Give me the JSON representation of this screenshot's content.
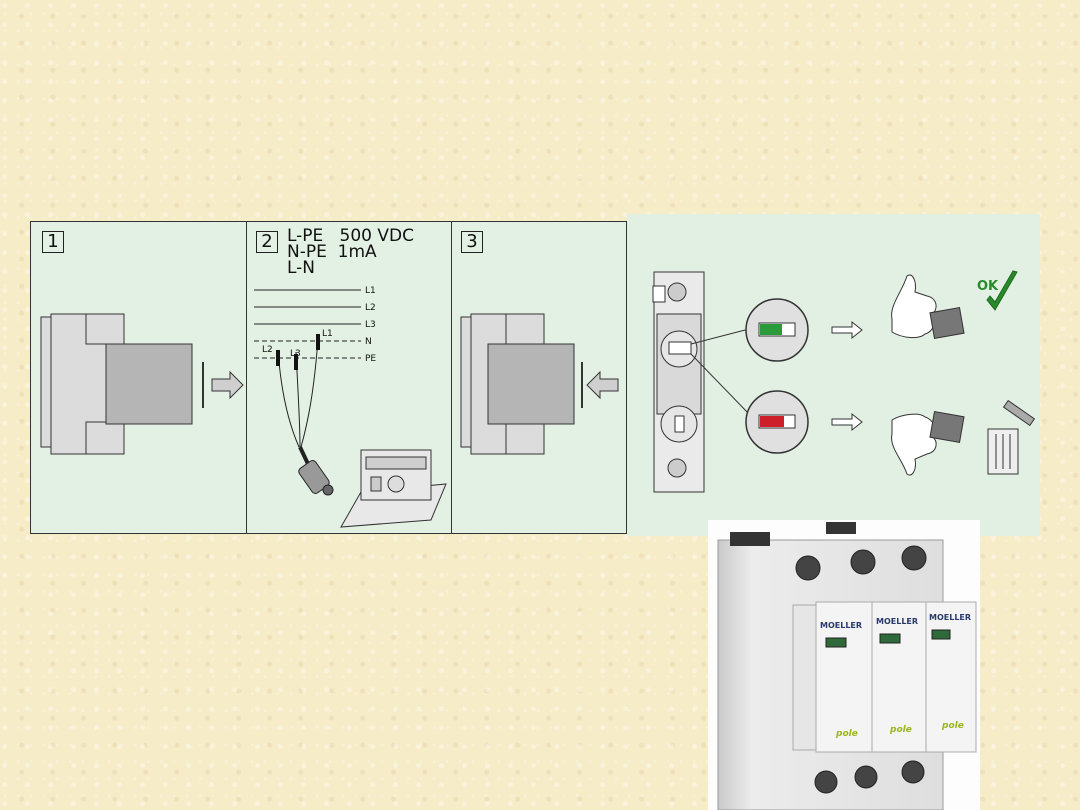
{
  "steps": [
    {
      "number": "1"
    },
    {
      "number": "2",
      "spec_lines": [
        "L-PE   500 VDC",
        "N-PE  1mA",
        "L-N"
      ]
    },
    {
      "number": "3"
    }
  ],
  "wire_labels": {
    "l1": "L1",
    "l2": "L2",
    "l3": "L3",
    "n": "N",
    "pe": "PE",
    "probe_l1": "L1",
    "probe_l2": "L2",
    "probe_l3": "L3"
  },
  "status": {
    "ok_label": "OK"
  },
  "device": {
    "brand": "MOELLER",
    "product_line": "pole"
  },
  "colors": {
    "background": "#f7ecc8",
    "panel": "#e3f1e4",
    "status_ok": "#2a9a3a",
    "status_fail": "#cc1f2a",
    "check": "#2a8a2a"
  }
}
